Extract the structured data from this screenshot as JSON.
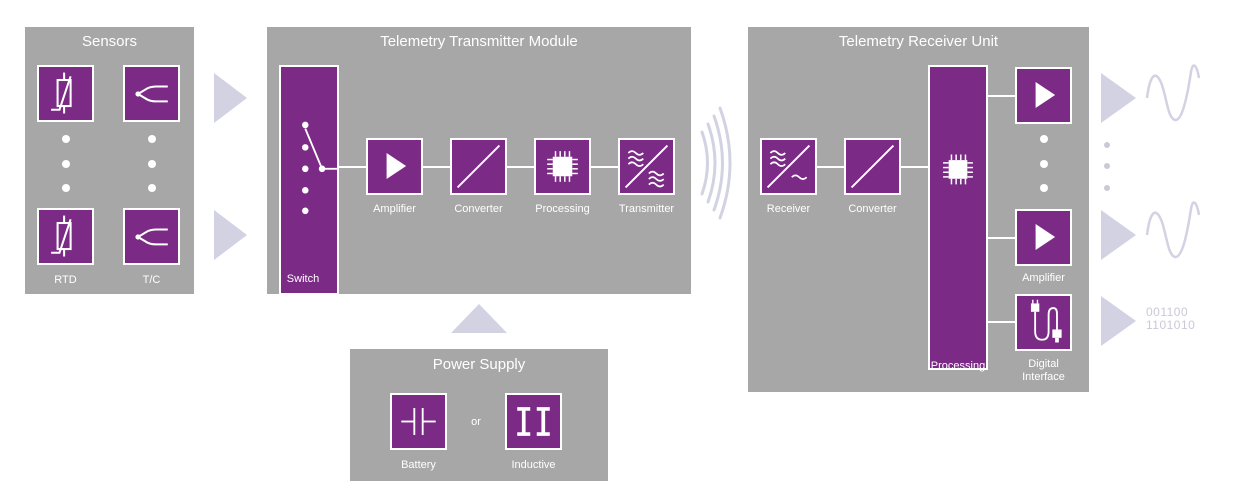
{
  "sensors": {
    "title": "Sensors",
    "rtd_label": "RTD",
    "tc_label": "T/C"
  },
  "transmitter": {
    "title": "Telemetry Transmitter Module",
    "switch_label": "Switch",
    "amplifier_label": "Amplifier",
    "converter_label": "Converter",
    "processing_label": "Processing",
    "transmitter_label": "Transmitter"
  },
  "receiver": {
    "title": "Telemetry Receiver Unit",
    "receiver_label": "Receiver",
    "converter_label": "Converter",
    "processing_label": "Processing",
    "amplifier_label": "Amplifier",
    "digital_interface_label": "Digital\nInterface"
  },
  "power": {
    "title": "Power Supply",
    "battery_label": "Battery",
    "or_label": "or",
    "inductive_label": "Inductive"
  },
  "outputs": {
    "binary_line1": "001100",
    "binary_line2": "1101010"
  },
  "colors": {
    "panel": "#a7a7a7",
    "accent": "#7b2a85",
    "arrow": "#d2d2e2",
    "text": "#ffffff"
  }
}
